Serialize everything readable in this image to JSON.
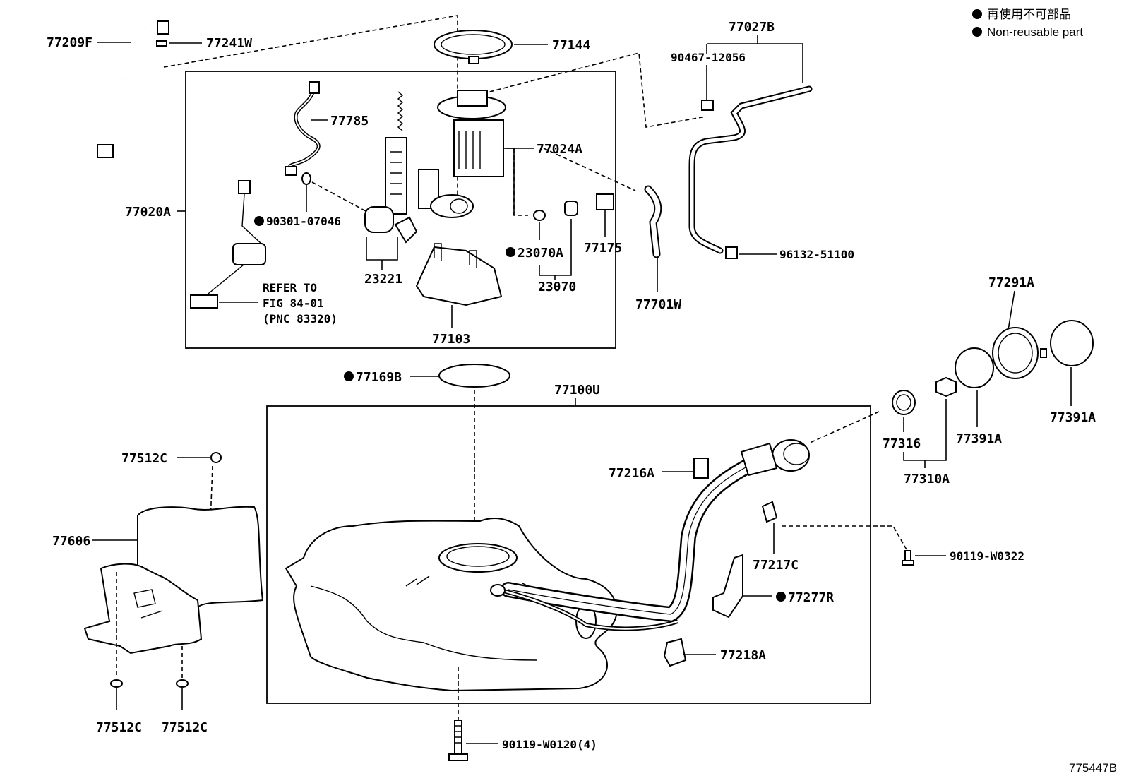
{
  "legend": {
    "line1": "再使用不可部品",
    "line2": "Non-reusable part"
  },
  "diagram_id": "775447B",
  "labels": {
    "p77209F": "77209F",
    "p77241W": "77241W",
    "p77144": "77144",
    "p77027B": "77027B",
    "p90467": "90467-12056",
    "p77785": "77785",
    "p77024A": "77024A",
    "p77020A": "77020A",
    "p90301": "90301-07046",
    "p23070A": "23070A",
    "p77175": "77175",
    "p23221": "23221",
    "p23070": "23070",
    "p77701W": "77701W",
    "p96132": "96132-51100",
    "refer1": "REFER TO",
    "refer2": "FIG 84-01",
    "refer3": "(PNC 83320)",
    "p77103": "77103",
    "p77291A": "77291A",
    "p77169B": "77169B",
    "p77100U": "77100U",
    "p77316": "77316",
    "p77391A_1": "77391A",
    "p77391A_2": "77391A",
    "p77310A": "77310A",
    "p77512C_top": "77512C",
    "p77216A": "77216A",
    "p77606": "77606",
    "p77217C": "77217C",
    "p90119_0322": "90119-W0322",
    "p77277R": "77277R",
    "p77218A": "77218A",
    "p77512C_l": "77512C",
    "p77512C_r": "77512C",
    "p90119_0120": "90119-W0120(4)"
  }
}
